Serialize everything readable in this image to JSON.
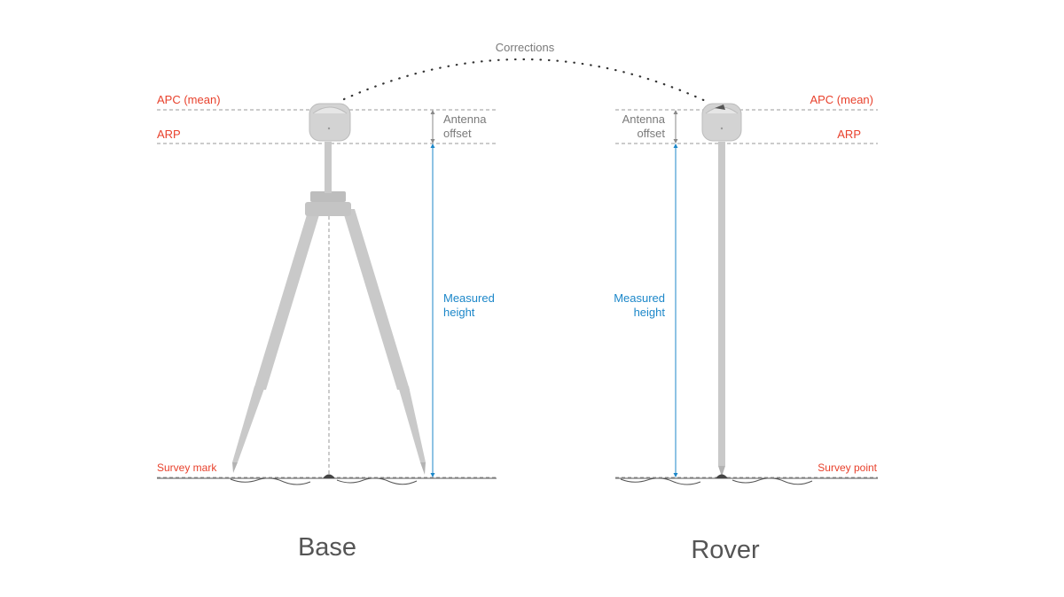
{
  "labels": {
    "corrections": "Corrections",
    "base_apc": "APC (mean)",
    "base_arp": "ARP",
    "base_offset_line1": "Antenna",
    "base_offset_line2": "offset",
    "base_measured_line1": "Measured",
    "base_measured_line2": "height",
    "base_mark": "Survey mark",
    "base_title": "Base",
    "rover_apc": "APC (mean)",
    "rover_arp": "ARP",
    "rover_offset_line1": "Antenna",
    "rover_offset_line2": "offset",
    "rover_measured_line1": "Measured",
    "rover_measured_line2": "height",
    "rover_point": "Survey point",
    "rover_title": "Rover"
  },
  "colors": {
    "reference_label": "#e8412c",
    "measured": "#1c87c9",
    "offset_text": "#7a7a7a",
    "equipment": "#c9c9c9",
    "equipment_dark": "#b3b3b3",
    "dashed": "#9a9a9a",
    "ground": "#555555",
    "title": "#555555"
  }
}
